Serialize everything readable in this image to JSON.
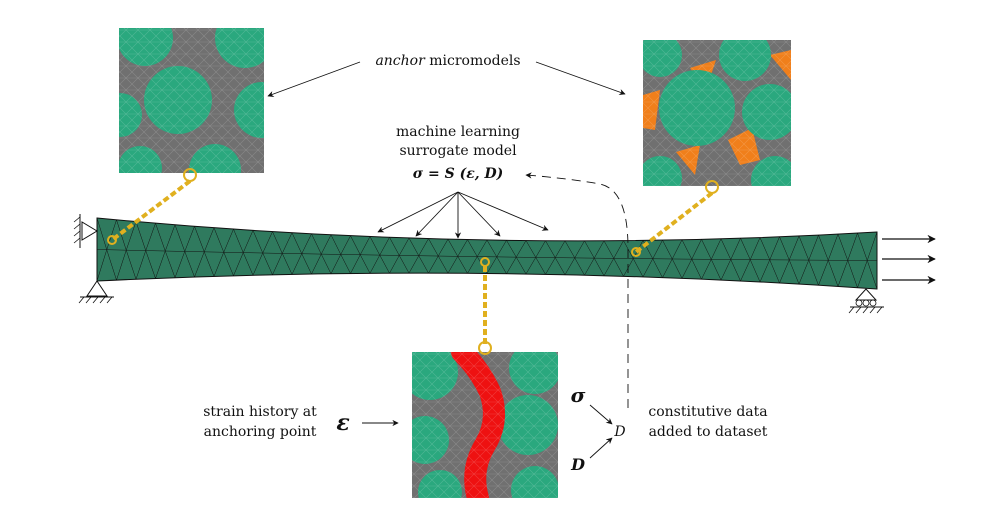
{
  "labels": {
    "anchor_italic": "anchor",
    "anchor_rest": " micromodels",
    "ml_line1": "machine learning",
    "ml_line2": "surrogate model",
    "ml_formula": "σ = S (ε, D)",
    "strain_line1": "strain history at",
    "strain_line2": "anchoring point",
    "epsilon_symbol": "ε",
    "sigma_symbol": "σ",
    "D_symbol": "D",
    "dataset_symbol": "D",
    "constitutive_line1": "constitutive data",
    "constitutive_line2": "added to dataset"
  },
  "colors": {
    "inclusion": "#2aa87e",
    "matrix": "#707070",
    "damage_orange": "#f07f1b",
    "damage_red": "#ee1111",
    "beam": "#2f7a5e",
    "chain": "#e0b01f",
    "text": "#111111"
  }
}
